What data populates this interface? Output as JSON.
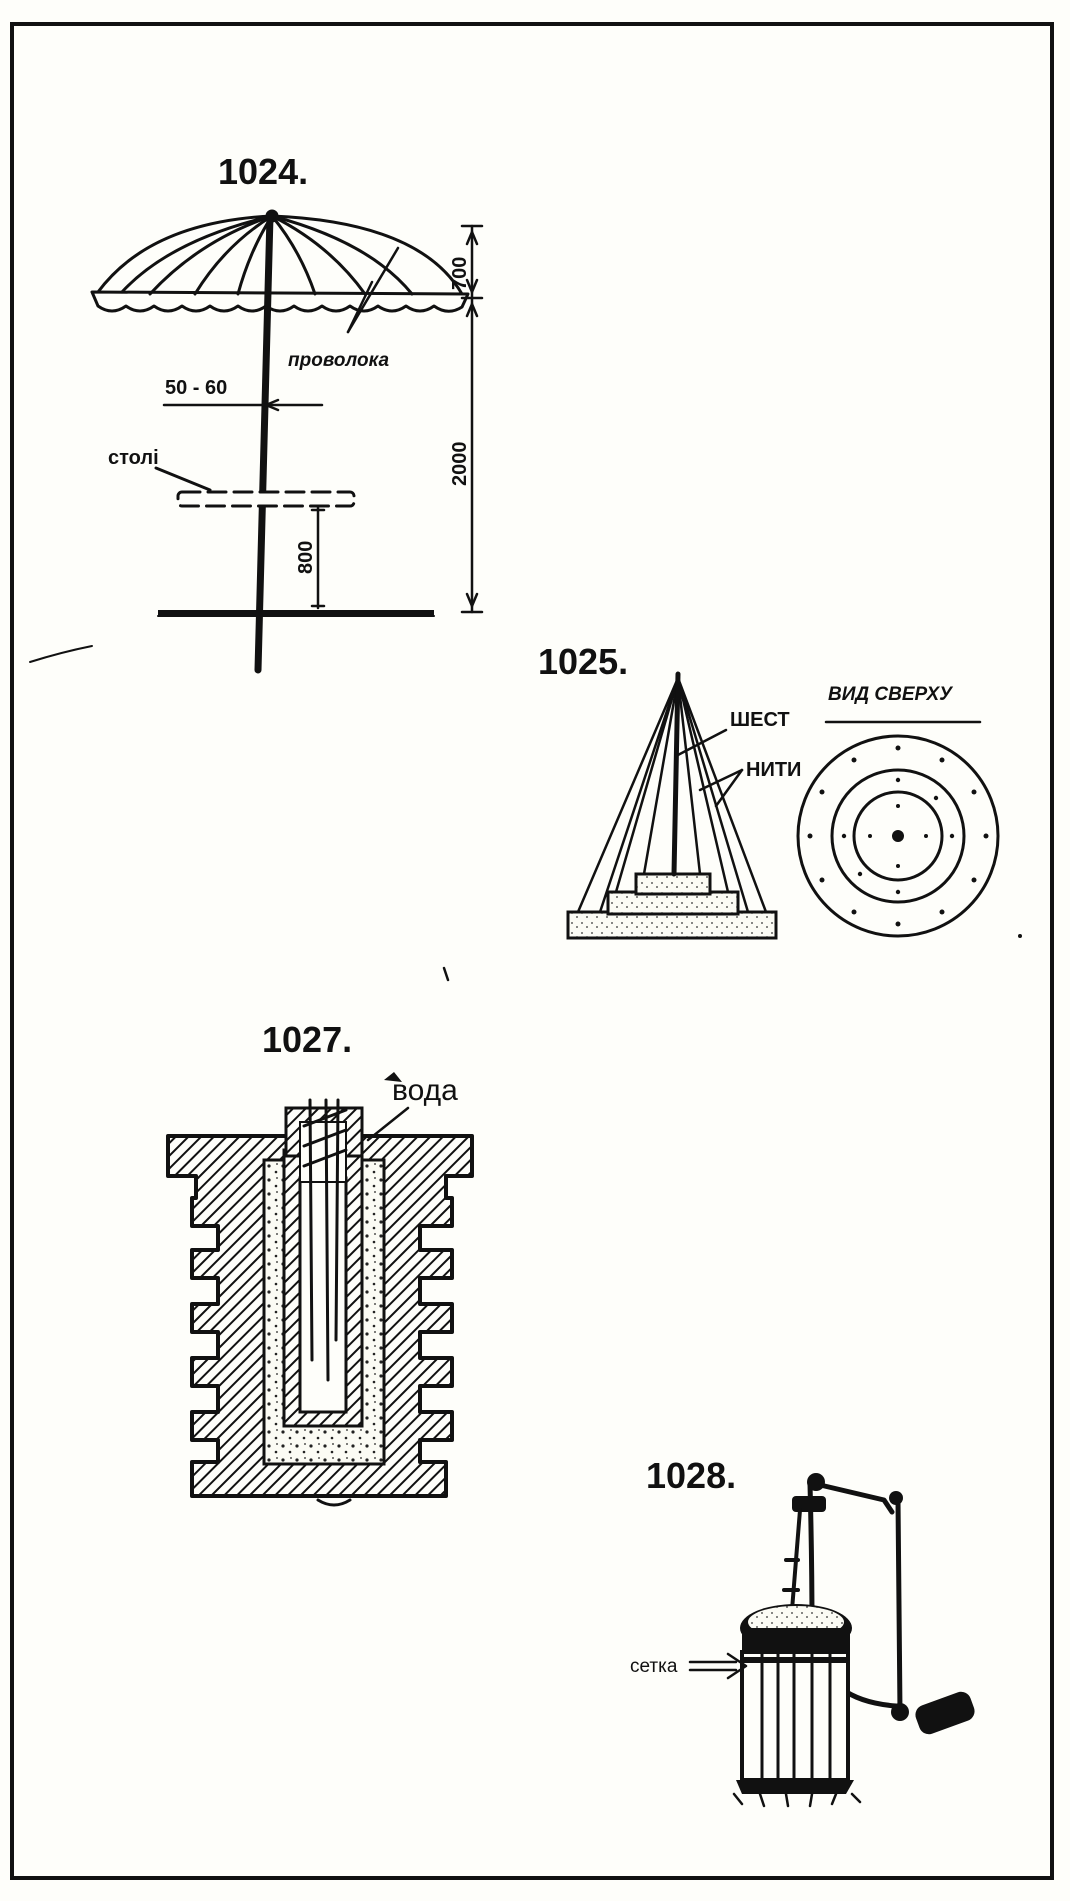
{
  "figures": {
    "f1024": {
      "number": "1024.",
      "label_wire": "проволока",
      "label_width": "50 - 60",
      "label_table": "столі",
      "dim_top": "700",
      "dim_height": "2000",
      "dim_table": "800"
    },
    "f1025": {
      "number": "1025.",
      "label_pole": "ШЕСТ",
      "label_threads": "НИТИ",
      "label_topview": "ВИД СВЕРХУ"
    },
    "f1027": {
      "number": "1027.",
      "label_water": "вода"
    },
    "f1028": {
      "number": "1028.",
      "label_mesh": "сетка"
    }
  },
  "colors": {
    "ink": "#111111",
    "paper": "#fefefa"
  }
}
